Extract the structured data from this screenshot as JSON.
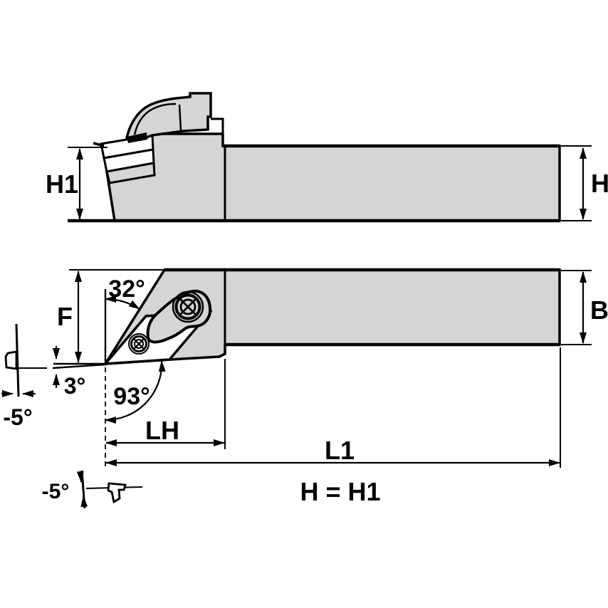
{
  "labels": {
    "h1": "H1",
    "h": "H",
    "f": "F",
    "b": "B",
    "lh": "LH",
    "l1": "L1",
    "angle_shoulder": "32°",
    "angle_clearance": "3°",
    "angle_lead": "93°",
    "angle_side_rake": "-5°",
    "angle_back_rake": "-5°",
    "equation": "H = H1"
  },
  "colors": {
    "body_fill": "#d5d5d5",
    "line": "#000000",
    "background": "#ffffff"
  }
}
